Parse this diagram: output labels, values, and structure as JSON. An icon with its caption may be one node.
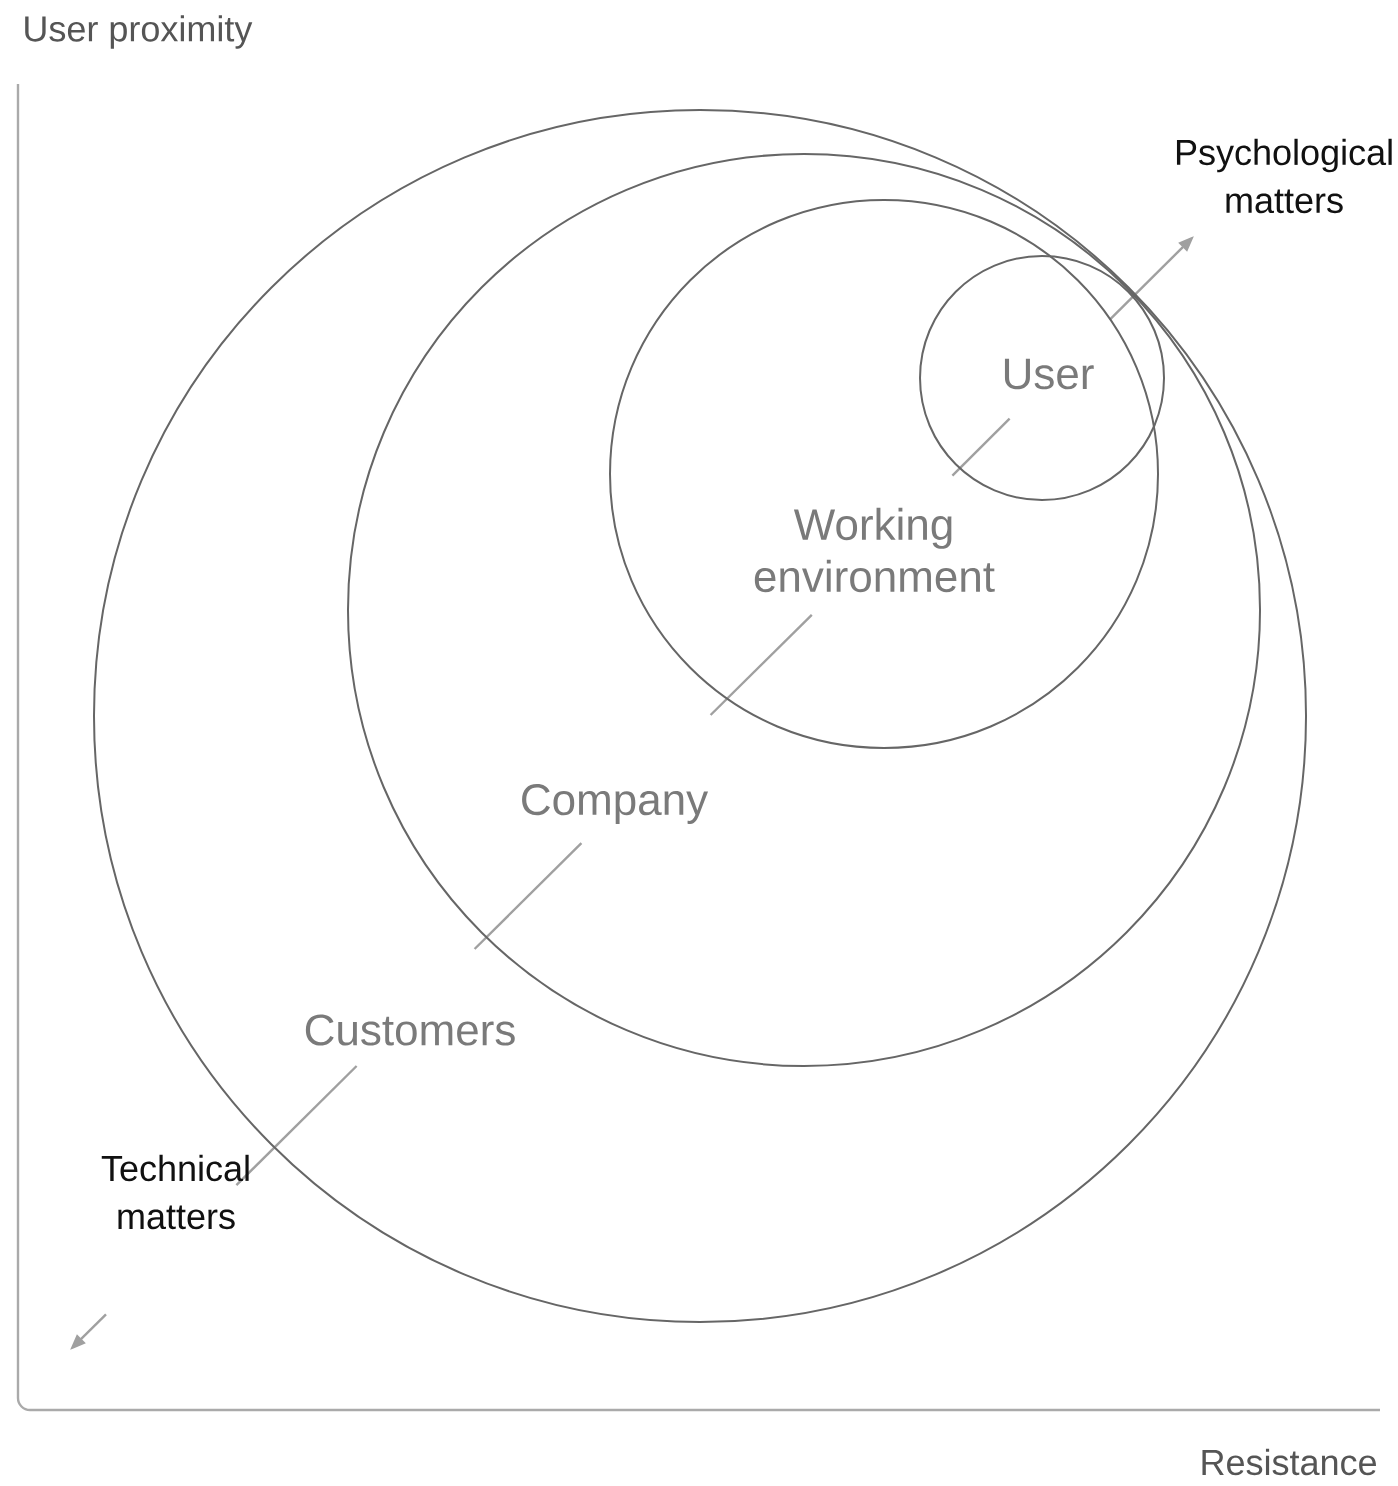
{
  "diagram": {
    "nodes": [
      {
        "text": [
          "Customers"
        ]
      },
      {
        "text": [
          "Company"
        ],
        "in": 0
      },
      {
        "text": [
          "Working environment"
        ],
        "in": 1
      },
      {
        "text": [
          "User"
        ],
        "in": 2
      }
    ],
    "labels": [
      "User proximity",
      "Psychological matters",
      "Technical matters",
      "Resistance"
    ]
  }
}
